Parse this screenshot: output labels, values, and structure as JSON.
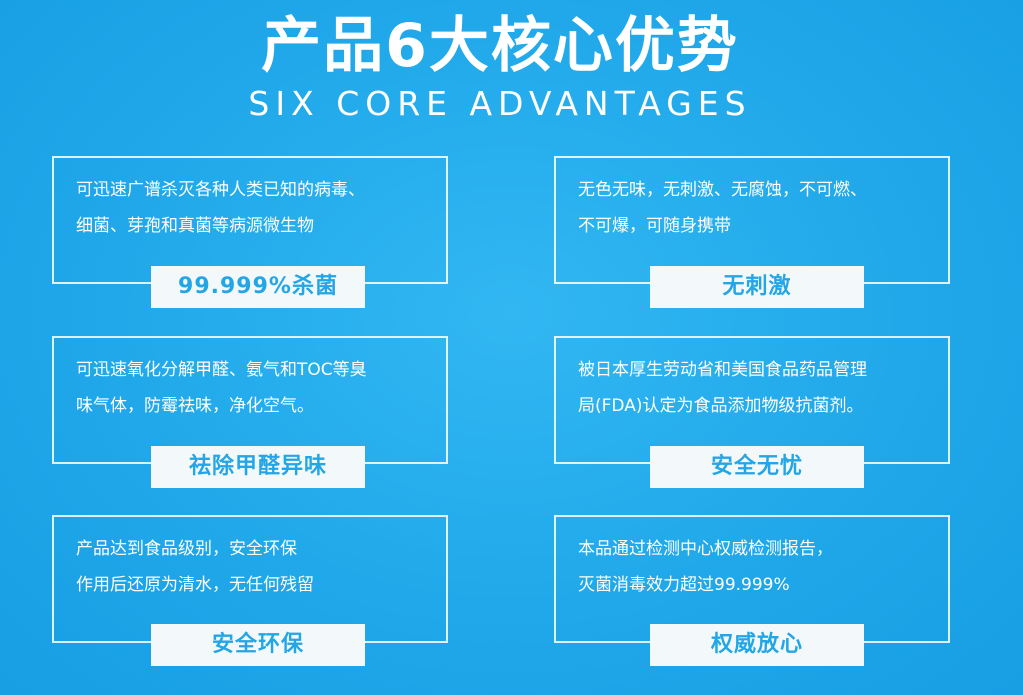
{
  "header": {
    "title_cn": "产品6大核心优势",
    "title_en": "SIX CORE ADVANTAGES"
  },
  "cards": [
    {
      "text": "可迅速广谱杀灭各种人类已知的病毒、\n细菌、芽孢和真菌等病源微生物",
      "badge": "99.999%杀菌"
    },
    {
      "text": "无色无味，无刺激、无腐蚀，不可燃、\n不可爆，可随身携带",
      "badge": "无刺激"
    },
    {
      "text": "可迅速氧化分解甲醛、氨气和TOC等臭\n味气体，防霉祛味，净化空气。",
      "badge": "祛除甲醛异味"
    },
    {
      "text": "被日本厚生劳动省和美国食品药品管理\n局(FDA)认定为食品添加物级抗菌剂。",
      "badge": "安全无忧"
    },
    {
      "text": "产品达到食品级别，安全环保\n作用后还原为清水，无任何残留",
      "badge": "安全环保"
    },
    {
      "text": "本品通过检测中心权威检测报告，\n灭菌消毒效力超过99.999%",
      "badge": "权威放心"
    }
  ],
  "colors": {
    "background": "#20a8ea",
    "badge_bg": "#f3f8fb",
    "badge_text": "#23a6e6"
  }
}
